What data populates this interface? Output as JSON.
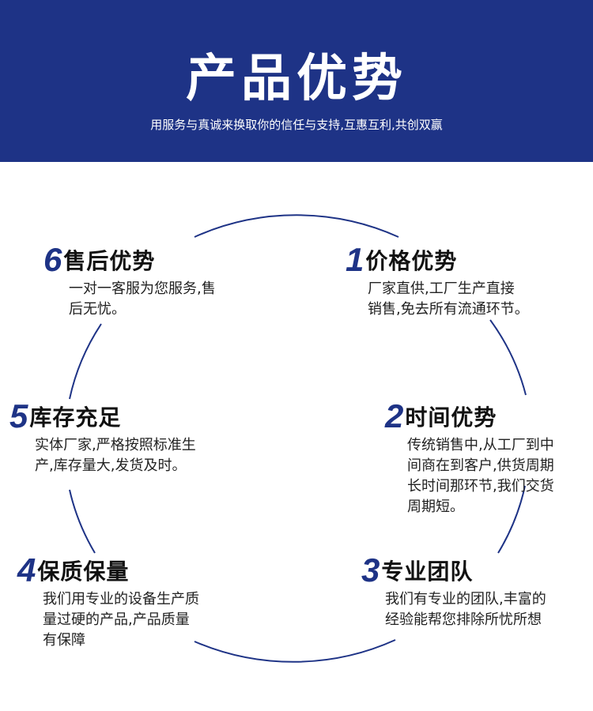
{
  "header": {
    "title": "产品优势",
    "subtitle": "用服务与真诚来换取你的信任与支持,互惠互利,共创双赢"
  },
  "colors": {
    "brand_blue": "#1e3386",
    "text_dark": "#111111",
    "text_body": "#222222"
  },
  "features": [
    {
      "number": "1",
      "title": "价格优势",
      "desc": [
        "厂家直供,工厂生产直接",
        "销售,免去所有流通环节。"
      ]
    },
    {
      "number": "2",
      "title": "时间优势",
      "desc": [
        "传统销售中,从工厂到中",
        "间商在到客户,供货周期",
        "长时间那环节,我们交货",
        "周期短。"
      ]
    },
    {
      "number": "3",
      "title": "专业团队",
      "desc": [
        "我们有专业的团队,丰富的",
        "经验能帮您排除所忧所想"
      ]
    },
    {
      "number": "4",
      "title": "保质保量",
      "desc": [
        "我们用专业的设备生产质",
        "量过硬的产品,产品质量",
        "有保障"
      ]
    },
    {
      "number": "5",
      "title": "库存充足",
      "desc": [
        "实体厂家,严格按照标准生",
        "产,库存量大,发货及时。"
      ]
    },
    {
      "number": "6",
      "title": "售后优势",
      "desc": [
        "一对一客服为您服务,售",
        "后无忧。"
      ]
    }
  ]
}
